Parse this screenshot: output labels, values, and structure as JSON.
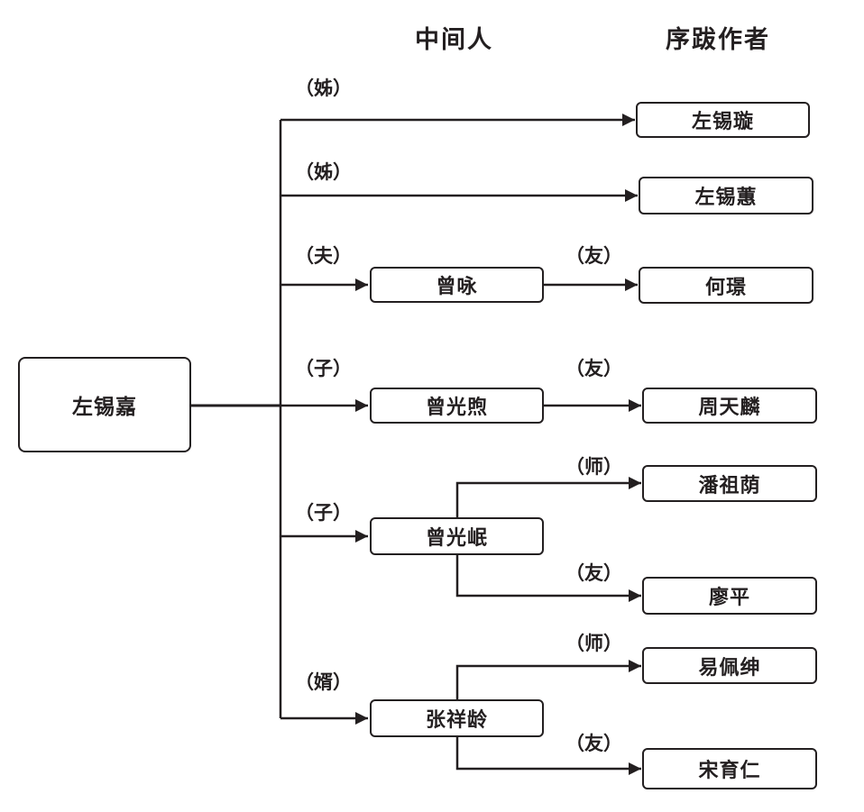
{
  "headers": {
    "middle": "中间人",
    "authors": "序跋作者"
  },
  "root": {
    "name": "左锡嘉"
  },
  "branches": [
    {
      "relation": "（姊）",
      "author": "左锡璇"
    },
    {
      "relation": "（姊）",
      "author": "左锡蕙"
    },
    {
      "relation": "（夫）",
      "middle": "曾咏",
      "links": [
        {
          "relation": "（友）",
          "author": "何璟"
        }
      ]
    },
    {
      "relation": "（子）",
      "middle": "曾光煦",
      "links": [
        {
          "relation": "（友）",
          "author": "周天麟"
        }
      ]
    },
    {
      "relation": "（子）",
      "middle": "曾光岷",
      "links": [
        {
          "relation": "（师）",
          "author": "潘祖荫"
        },
        {
          "relation": "（友）",
          "author": "廖平"
        }
      ]
    },
    {
      "relation": "（婿）",
      "middle": "张祥龄",
      "links": [
        {
          "relation": "（师）",
          "author": "易佩绅"
        },
        {
          "relation": "（友）",
          "author": "宋育仁"
        }
      ]
    }
  ]
}
